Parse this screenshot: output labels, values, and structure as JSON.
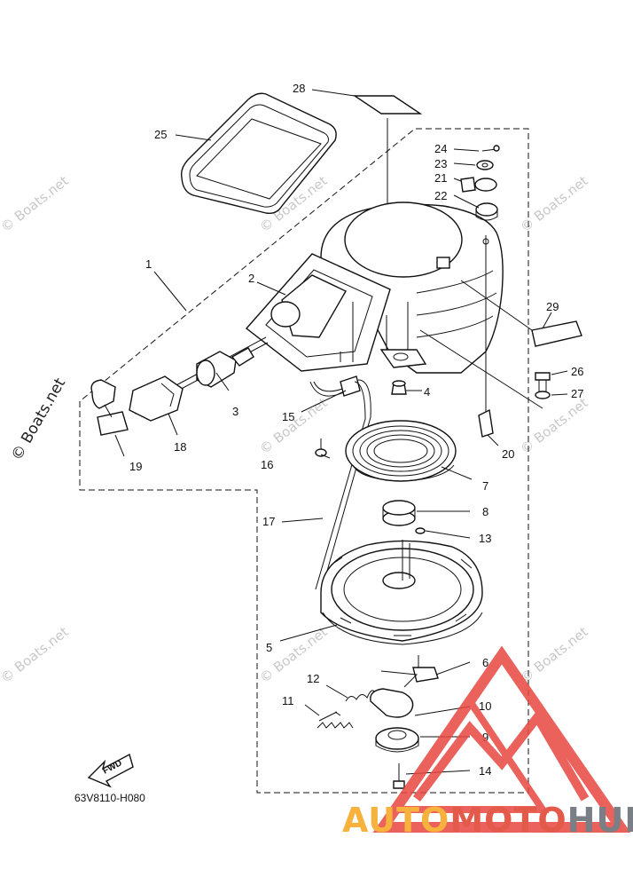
{
  "diagram": {
    "figure_code": "63V8110-H080",
    "fwd_label": "FWD",
    "callouts": {
      "p1": "1",
      "p2": "2",
      "p3": "3",
      "p4": "4",
      "p5": "5",
      "p6": "6",
      "p7": "7",
      "p8": "8",
      "p9": "9",
      "p10": "10",
      "p11": "11",
      "p12": "12",
      "p13": "13",
      "p14": "14",
      "p15": "15",
      "p16": "16",
      "p17": "17",
      "p18": "18",
      "p19": "19",
      "p20": "20",
      "p21": "21",
      "p22": "22",
      "p23": "23",
      "p24": "24",
      "p25": "25",
      "p26": "26",
      "p27": "27",
      "p28": "28",
      "p29": "29"
    }
  },
  "watermark": {
    "text": "© Boats.net",
    "side_text": "© Boats.net"
  },
  "brand": {
    "part1": "AUTO",
    "part2": "MOTO",
    "part3": "HUB",
    "colors": {
      "auto": "#f6b23c",
      "moto": "#e35a4b",
      "hub": "#7a7f86",
      "triangle": "#e8463f"
    }
  }
}
